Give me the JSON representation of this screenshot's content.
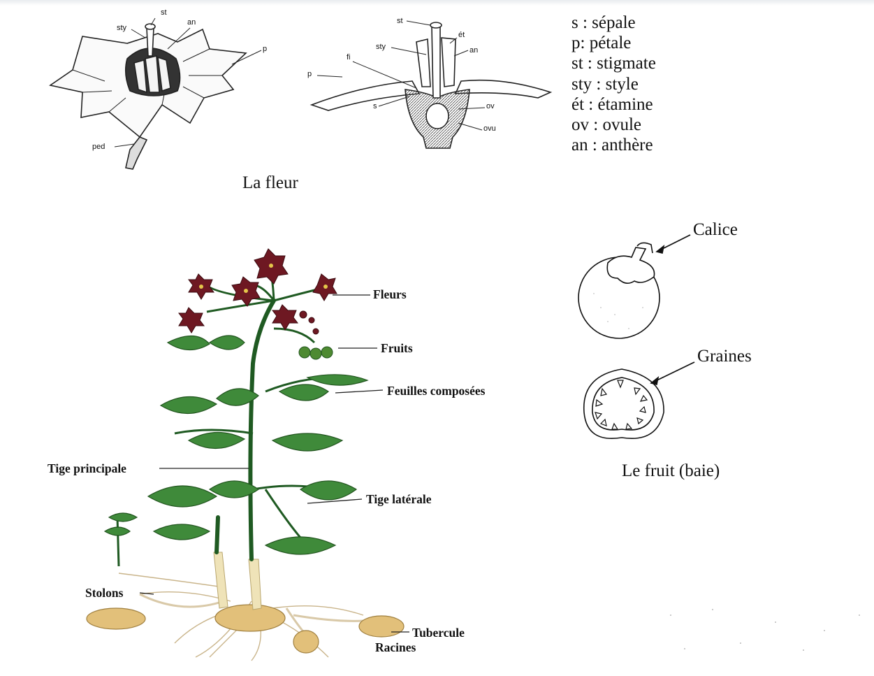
{
  "legend": [
    "s : sépale",
    "p: pétale",
    "st : stigmate",
    "sty : style",
    "ét : étamine",
    "ov : ovule",
    "an : anthère"
  ],
  "flower": {
    "caption": "La fleur",
    "left_labels": {
      "st": "st",
      "sty": "sty",
      "an": "an",
      "p": "p",
      "ped": "ped"
    },
    "section_labels": {
      "st": "st",
      "et": "ét",
      "sty": "sty",
      "an": "an",
      "fi": "fi",
      "p": "p",
      "s": "s",
      "ov": "ov",
      "ovu": "ovu"
    }
  },
  "plant": {
    "labels": {
      "fleurs": "Fleurs",
      "fruits": "Fruits",
      "feuilles": "Feuilles composées",
      "tige_principale": "Tige principale",
      "tige_laterale": "Tige latérale",
      "stolons": "Stolons",
      "tubercule": "Tubercule",
      "racines": "Racines"
    }
  },
  "fruit": {
    "calice": "Calice",
    "graines": "Graines",
    "caption": "Le fruit (baie)"
  },
  "colors": {
    "leaf": "#3f8a3a",
    "leaf_dark": "#22551f",
    "flower": "#6e1822",
    "tuber": "#e2c07a",
    "stem": "#1f5a22"
  }
}
